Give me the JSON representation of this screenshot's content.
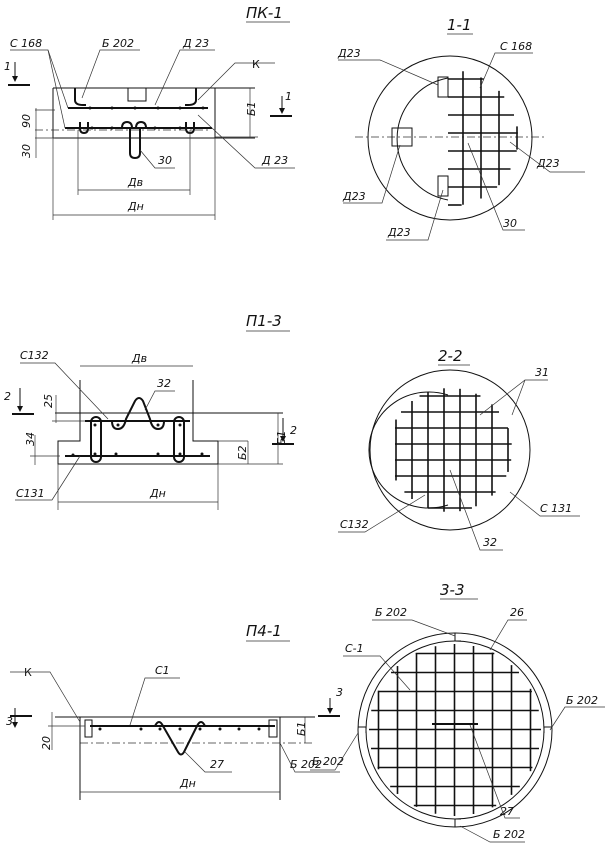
{
  "section1": {
    "title": "ПК-1",
    "cut_label": "1",
    "labels": {
      "c168": "С 168",
      "b202": "Б 202",
      "d23_top": "Д 23",
      "k": "К",
      "d23_right": "Д 23",
      "l30": "30",
      "dv": "Дв",
      "dn": "Дн",
      "b1": "Б1",
      "dim90": "90",
      "dim30": "30"
    },
    "plan_title": "1-1",
    "plan_labels": {
      "d23_a": "Д23",
      "c168": "С 168",
      "d23_b": "Д23",
      "d23_c": "Д23",
      "d23_d": "Д23",
      "l30": "30"
    }
  },
  "section2": {
    "title": "П1-3",
    "cut_label": "2",
    "labels": {
      "c132": "С132",
      "dv": "Дв",
      "l32": "32",
      "dim25": "25",
      "dim34": "34",
      "b1": "Б1",
      "b2": "Б2",
      "c131": "С131",
      "dn": "Дн"
    },
    "plan_title": "2-2",
    "plan_labels": {
      "l31": "31",
      "c132": "С132",
      "l32": "32",
      "c131": "С 131"
    }
  },
  "section3": {
    "title": "П4-1",
    "cut_label": "3",
    "labels": {
      "k": "К",
      "c1": "С1",
      "dim20": "20",
      "b1": "Б1",
      "l27": "27",
      "b202": "Б 202",
      "dn": "Дн"
    },
    "plan_title": "3-3",
    "plan_labels": {
      "b202_top": "Б 202",
      "l26": "26",
      "c1": "С-1",
      "b202_right": "Б 202",
      "b202_left": "Б 202",
      "l27": "27",
      "b202_bottom": "Б 202"
    }
  }
}
